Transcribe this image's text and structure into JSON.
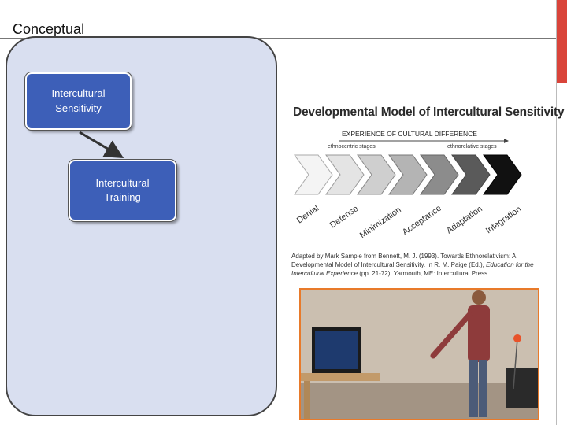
{
  "slide": {
    "title": "Conceptual"
  },
  "diagram": {
    "box1_label": "Intercultural Sensitivity",
    "box2_label": "Intercultural Training"
  },
  "dmis": {
    "title": "Developmental Model of Intercultural Sensitivity",
    "experience_label": "EXPERIENCE OF CULTURAL DIFFERENCE",
    "ethnocentric_label": "ethnocentric stages",
    "ethnorelative_label": "ethnorelative stages",
    "stages": [
      "Denial",
      "Defense",
      "Minimization",
      "Acceptance",
      "Adaptation",
      "Integration"
    ],
    "caption_plain": "Adapted by Mark Sample from Bennett, M. J. (1993). Towards Ethnorelativism: A Developmental Model of Intercultural Sensitivity. In R. M. Paige (Ed.), ",
    "caption_italic": "Education for the Intercultural Experience",
    "caption_tail": " (pp. 21-72). Yarmouth, ME: Intercultural Press."
  },
  "colors": {
    "panel_fill": "#d9dff0",
    "box_fill": "#3d5fb8",
    "accent": "#d9443a",
    "photo_border": "#e87a2a"
  }
}
